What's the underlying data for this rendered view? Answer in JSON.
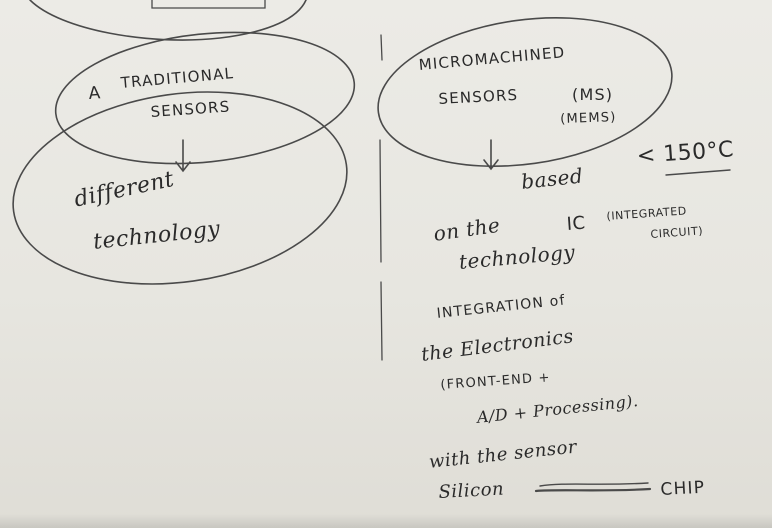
{
  "left": {
    "heading_marker": "A",
    "heading_line1": "TRADITIONAL",
    "heading_line2": "SENSORS",
    "body_line1": "different",
    "body_line2": "technology"
  },
  "right": {
    "heading_line1": "MICROMACHINED",
    "heading_line2": "SENSORS",
    "abbr_ms": "(MS)",
    "abbr_mems": "(MEMS)",
    "temp_note": "< 150°C",
    "based": "based",
    "on_the": "on the",
    "ic": "IC",
    "ic_expansion_line1": "(INTEGRATED",
    "ic_expansion_line2": "CIRCUIT)",
    "technology": "technology",
    "integration_line1": "INTEGRATION of",
    "integration_line2": "the Electronics",
    "integration_line3": "(FRONT-END +",
    "integration_line4": "A/D + Processing).",
    "integration_line5": "with the sensor",
    "silicon": "Silicon",
    "chip": "CHIP"
  }
}
